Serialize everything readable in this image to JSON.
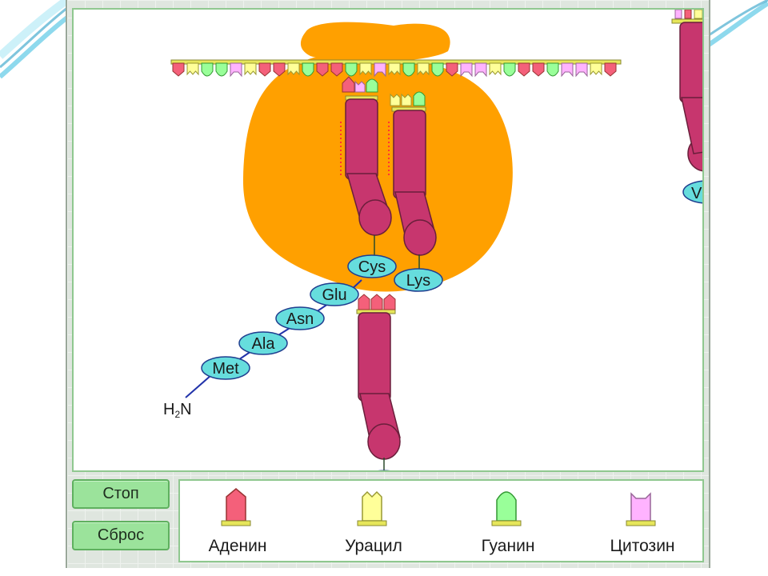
{
  "amino_acids": {
    "met": "Met",
    "ala": "Ala",
    "asn": "Asn",
    "glu": "Glu",
    "cys": "Cys",
    "lys": "Lys",
    "partial": "V"
  },
  "n_terminus": {
    "main": "H",
    "subscript": "2",
    "end": "N"
  },
  "controls": {
    "stop_label": "Стоп",
    "reset_label": "Сброс"
  },
  "legend": {
    "adenine": "Аденин",
    "uracil": "Урацил",
    "guanine": "Гуанин",
    "cytosine": "Цитозин"
  },
  "colors": {
    "adenine": "#f4607a",
    "uracil": "#ffff99",
    "guanine": "#99ff99",
    "cytosine": "#ffb3ff",
    "trna": "#c7366e",
    "ribosome": "#ffa000",
    "amino_acid": "#66dddd"
  },
  "mrna_sequence": [
    "A",
    "U",
    "G",
    "G",
    "C",
    "U",
    "A",
    "A",
    "U",
    "G",
    "A",
    "A",
    "G",
    "U",
    "C",
    "U",
    "G",
    "U",
    "G",
    "A",
    "C",
    "C",
    "U",
    "G",
    "A",
    "A",
    "G",
    "C",
    "C",
    "U",
    "A"
  ]
}
